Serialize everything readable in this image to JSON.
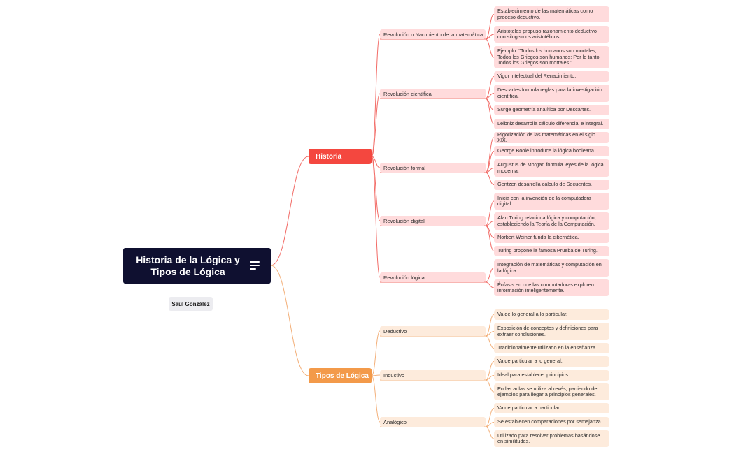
{
  "central": {
    "title": "Historia de la Lógica y Tipos de Lógica",
    "icon": "menu-lines-icon"
  },
  "author": "Saúl González",
  "colors": {
    "central_bg": "#0f1030",
    "historia": "#f4473f",
    "tipos": "#f39a4a",
    "red_light": "#ffdbdc",
    "orange_light": "#fdebdc"
  },
  "branches": [
    {
      "label": "Historia",
      "subs": [
        {
          "label": "Revolución o Nacimiento de la matemática",
          "leaves": [
            "Establecimiento de las matemáticas como proceso deductivo.",
            "Aristóteles propuso razonamiento deductivo con silogismos aristotélicos.",
            "Ejemplo: \"Todos los humanos son mortales; Todos los Griegos son humanos; Por lo tanto, Todos los Griegos son mortales.\""
          ]
        },
        {
          "label": "Revolución científica",
          "leaves": [
            "Vigor intelectual del Renacimiento.",
            "Descartes formula reglas para la investigación científica.",
            "Surge geometría analítica por Descartes.",
            "Leibniz desarrolla cálculo diferencial e integral."
          ]
        },
        {
          "label": "Revolución formal",
          "leaves": [
            "Rigorización de las matemáticas en el siglo XIX.",
            "George Boole introduce la lógica booleana.",
            "Augustus de Morgan formula leyes de la lógica moderna.",
            "Gentzen desarrolla cálculo de Secuentes."
          ]
        },
        {
          "label": "Revolución digital",
          "leaves": [
            "Inicia con la invención de la computadora digital.",
            "Alan Turing relaciona lógica y computación, estableciendo la Teoría de la Computación.",
            "Norbert Weiner funda la cibernética.",
            "Turing propone la famosa Prueba de Turing."
          ]
        },
        {
          "label": "Revolución lógica",
          "leaves": [
            "Integración de matemáticas y computación en la lógica.",
            "Énfasis en que las computadoras exploren información inteligentemente."
          ]
        }
      ]
    },
    {
      "label": "Tipos de Lógica",
      "subs": [
        {
          "label": "Deductivo",
          "leaves": [
            "Va de lo general a lo particular.",
            "Exposición de conceptos y definiciones para extraer conclusiones.",
            "Tradicionalmente utilizado en la enseñanza."
          ]
        },
        {
          "label": "Inductivo",
          "leaves": [
            "Va de particular a lo general.",
            "Ideal para establecer principios.",
            "En las aulas se utiliza al revés, partiendo de ejemplos para llegar a principios generales."
          ]
        },
        {
          "label": "Analógico",
          "leaves": [
            "Va de particular a particular.",
            "Se establecen comparaciones por semejanza.",
            "Utilizado para resolver problemas basándose en similitudes."
          ]
        }
      ]
    }
  ]
}
